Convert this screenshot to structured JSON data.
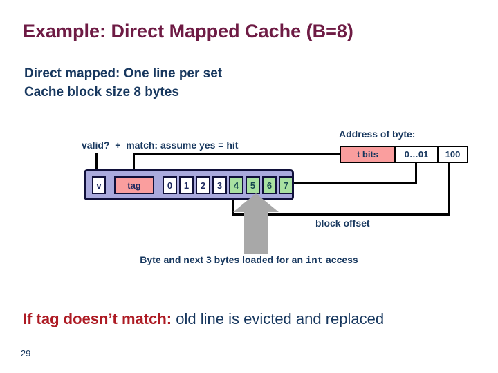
{
  "slide": {
    "title": "Example: Direct Mapped Cache (B=8)",
    "subtitle_line1": "Direct mapped: One line per set",
    "subtitle_line2": "Cache block size 8 bytes",
    "page_number": "– 29 –"
  },
  "diagram": {
    "valid_match_label": "valid?  +  match: assume yes = hit",
    "address_label": "Address of byte:",
    "address_fields": [
      {
        "label": "t bits",
        "bg": "#FA9E9E",
        "width": 77
      },
      {
        "label": "0…01",
        "bg": "#FFFFFF",
        "width": 60
      },
      {
        "label": "100",
        "bg": "#FFFFFF",
        "width": 41
      }
    ],
    "valid_cell_label": "v",
    "tag_cell_label": "tag",
    "byte_cells": [
      {
        "label": "0",
        "highlighted": false
      },
      {
        "label": "1",
        "highlighted": false
      },
      {
        "label": "2",
        "highlighted": false
      },
      {
        "label": "3",
        "highlighted": false
      },
      {
        "label": "4",
        "highlighted": true
      },
      {
        "label": "5",
        "highlighted": true
      },
      {
        "label": "6",
        "highlighted": true
      },
      {
        "label": "7",
        "highlighted": true
      }
    ],
    "block_offset_label": "block offset",
    "caption_pre": "Byte and next 3 bytes loaded for an ",
    "caption_code": "int",
    "caption_post": " access"
  },
  "footer": {
    "statement_red": "If tag doesn’t match: ",
    "statement_navy": "old line is evicted and replaced"
  },
  "colors": {
    "title": "#6E1B44",
    "body_navy": "#17375E",
    "alert_red": "#AD1A23",
    "cache_line_fill": "#AAAADD",
    "tag_fill": "#FA9E9E",
    "loaded_bytes_fill": "#A9E1A1",
    "arrow_gray": "#A8A8A8"
  }
}
